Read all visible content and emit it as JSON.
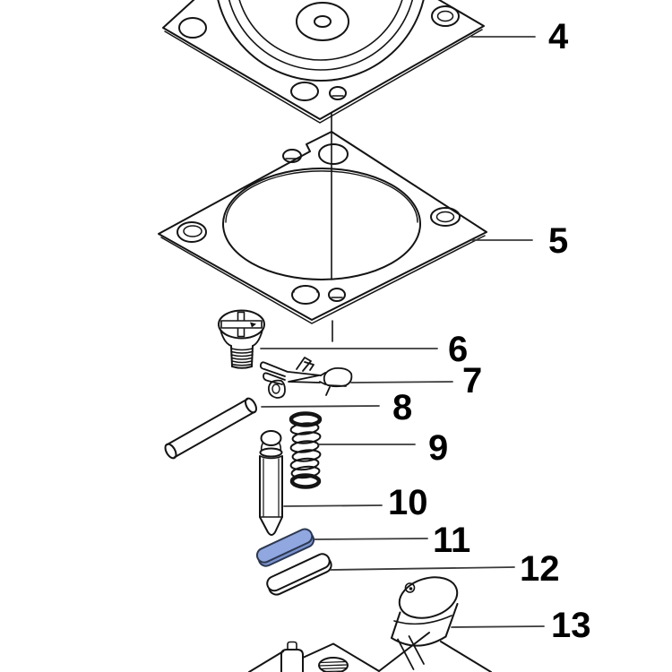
{
  "diagram": {
    "background": "#ffffff",
    "line_color": "#141414",
    "leader_color": "#3a3a3a",
    "label_color": "#000000",
    "highlight_top": "#90a7e0",
    "highlight_side": "#7b93cf",
    "highlight_outline": "#2c3850",
    "labels": [
      {
        "text": "4"
      },
      {
        "text": "5"
      },
      {
        "text": "6"
      },
      {
        "text": "7"
      },
      {
        "text": "8"
      },
      {
        "text": "9"
      },
      {
        "text": "10"
      },
      {
        "text": "11"
      },
      {
        "text": "12"
      },
      {
        "text": "13"
      }
    ]
  }
}
